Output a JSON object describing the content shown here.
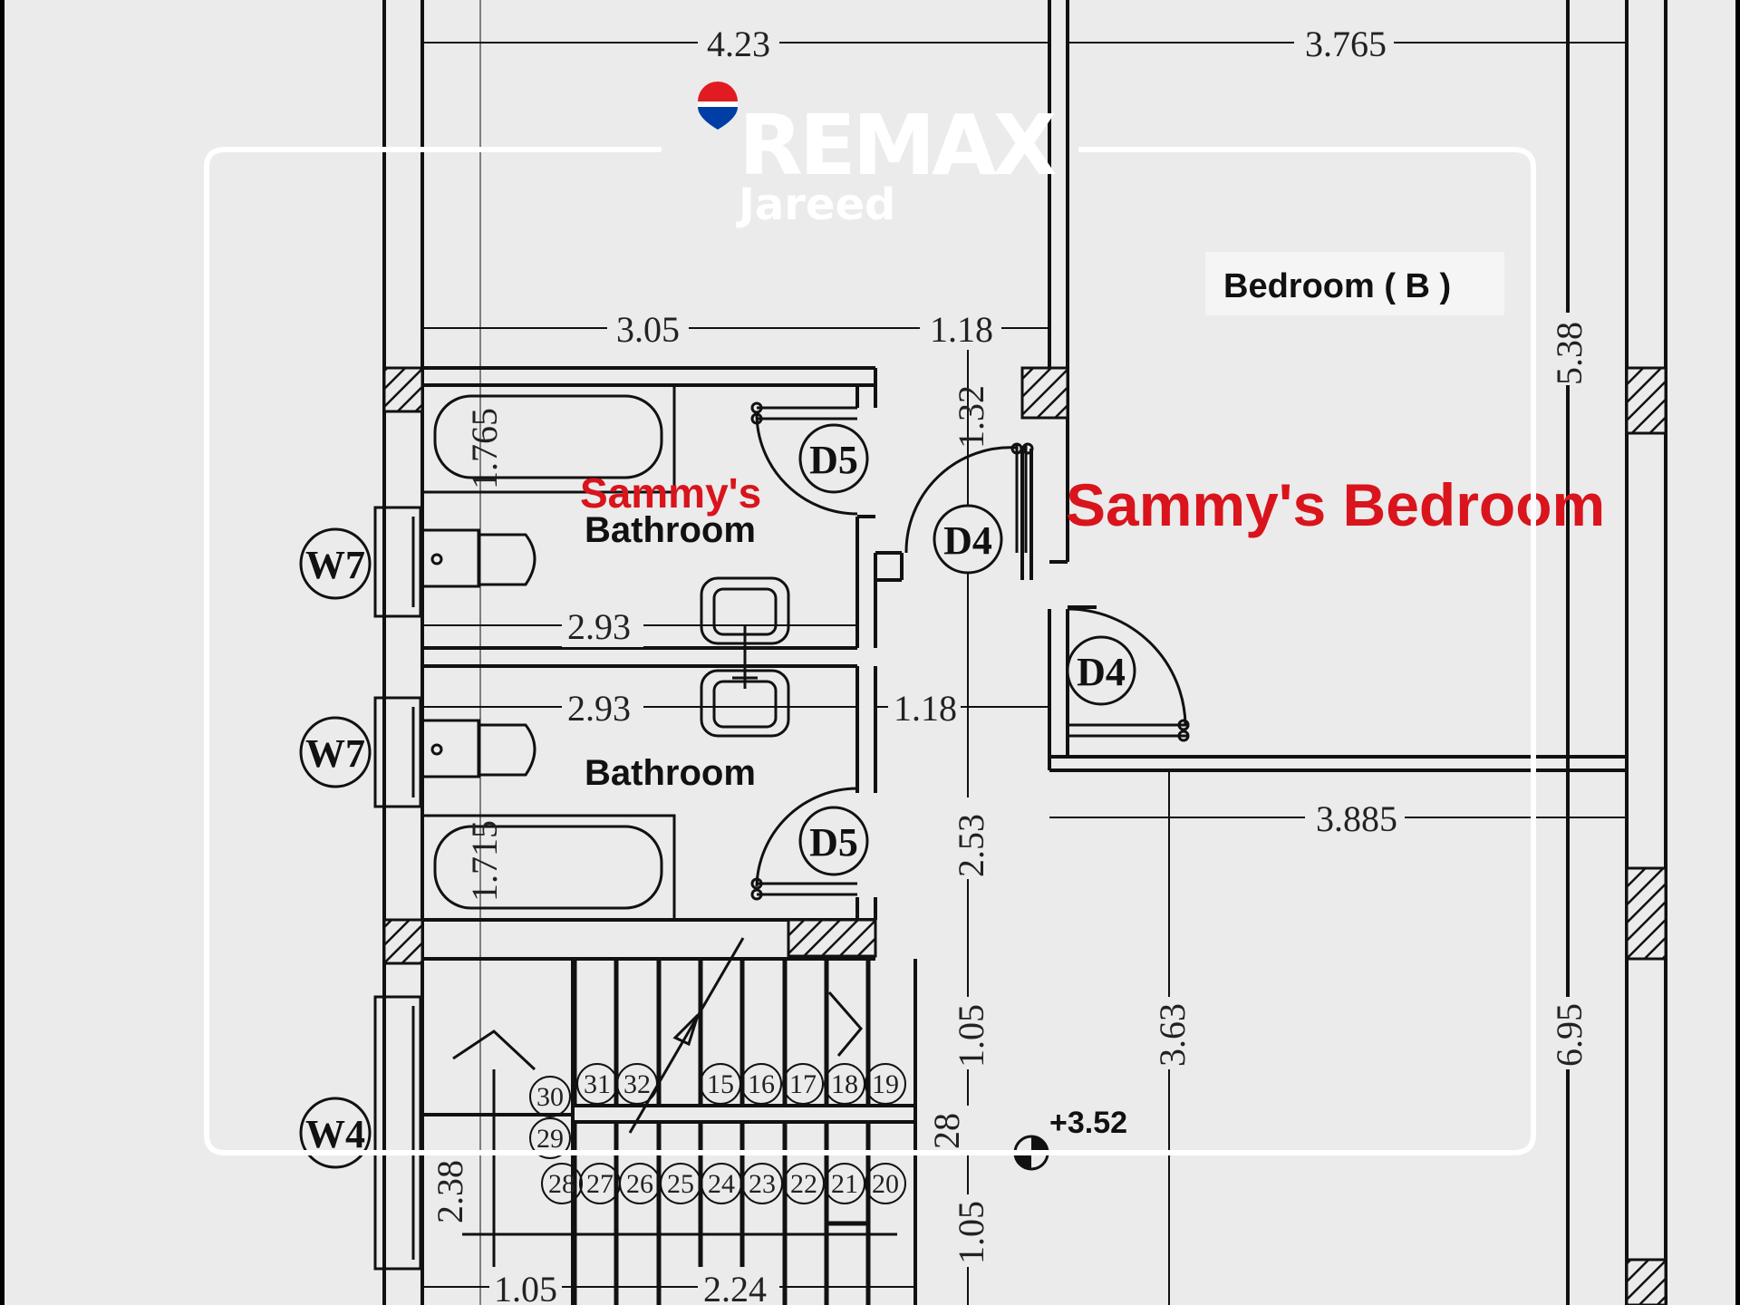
{
  "watermark": {
    "brand": "REMAX",
    "office": "Jareed",
    "balloon_colors": [
      "#e11b22",
      "#003da5",
      "#ffffff"
    ]
  },
  "rooms": {
    "bedroom_b": "Bedroom ( B )",
    "sammys_bedroom": "Sammy's Bedroom",
    "sammys_bathroom_line1": "Sammy's",
    "sammys_bathroom_line2": "Bathroom",
    "bathroom": "Bathroom"
  },
  "colors": {
    "background": "#ebebeb",
    "line": "#111111",
    "red_label": "#d9141c"
  },
  "dimensions": {
    "top_left": "4.23",
    "top_right": "3.765",
    "mid_left": "3.05",
    "mid_right": "1.18",
    "corridor_vertical": "1.32",
    "right_height": "5.38",
    "bath1_tub": "1.765",
    "bath1_width": "2.93",
    "bath2_width": "2.93",
    "corridor_width": "1.18",
    "bath2_tub": "1.715",
    "lower_right_width": "3.885",
    "corridor_lower": "2.53",
    "corridor_1_05a": "1.05",
    "stair_28": "28",
    "stair_1_05b": "1.05",
    "lower_room_height": "3.63",
    "far_right_height": "6.95",
    "stair_height": "2.38",
    "bottom_left": "1.05",
    "bottom_mid": "2.24"
  },
  "level": "+3.52",
  "tags": {
    "d5_top": "D5",
    "d4_mid": "D4",
    "d4_right": "D4",
    "d5_bottom": "D5",
    "w7_top": "W7",
    "w7_bottom": "W7",
    "w4": "W4"
  },
  "stair_numbers_top": [
    "30",
    "31",
    "32",
    "15",
    "16",
    "17",
    "18",
    "19"
  ],
  "stair_numbers_mid": [
    "29"
  ],
  "stair_numbers_bottom": [
    "28",
    "27",
    "26",
    "25",
    "24",
    "23",
    "22",
    "21",
    "20"
  ]
}
